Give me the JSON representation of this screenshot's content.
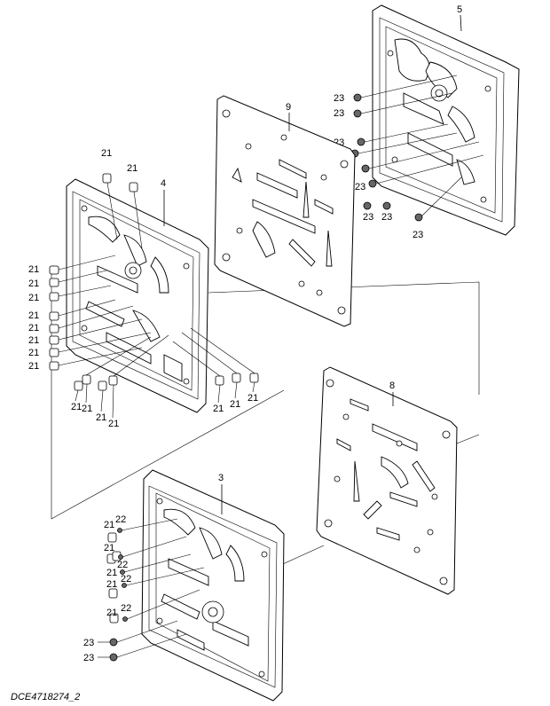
{
  "drawing_code": "DCE4718274_2",
  "parts": {
    "p3": "3",
    "p4": "4",
    "p5": "5",
    "p8": "8",
    "p9": "9"
  },
  "callouts": {
    "c21": "21",
    "c22": "22",
    "c23": "23"
  }
}
